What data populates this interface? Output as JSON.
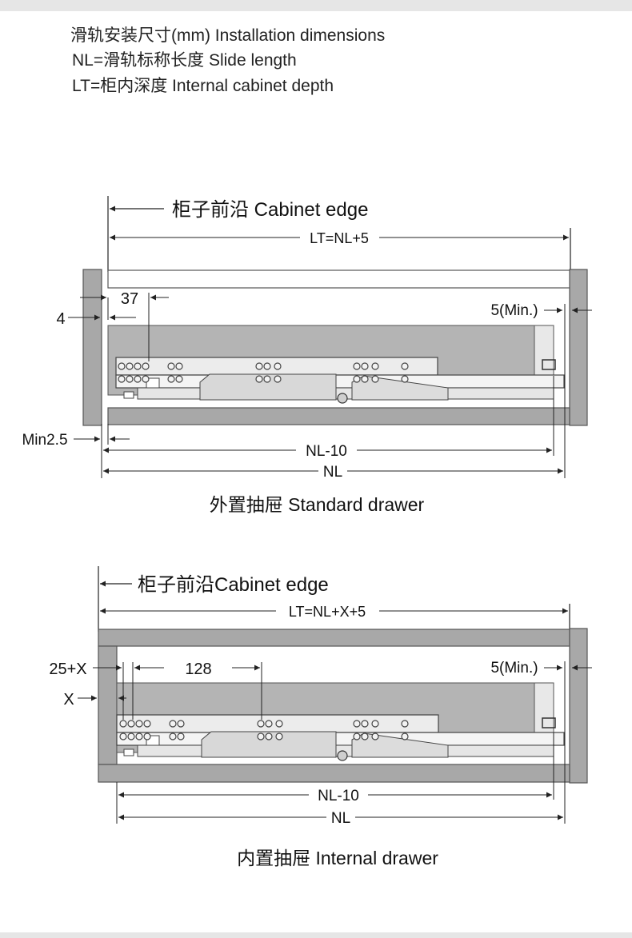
{
  "header": {
    "line1": "滑轨安装尺寸(mm) Installation dimensions",
    "line2": "NL=滑轨标称长度  Slide length",
    "line3": "LT=柜内深度  Internal cabinet depth"
  },
  "standard": {
    "cabinet_edge": "柜子前沿 Cabinet edge",
    "lt": "LT=NL+5",
    "dim_37": "37",
    "dim_4": "4",
    "dim_5min": "5(Min.)",
    "dim_min25": "Min2.5",
    "nl_minus": "NL-10",
    "nl": "NL",
    "caption": "外置抽屉 Standard drawer"
  },
  "internal": {
    "cabinet_edge": "柜子前沿Cabinet edge",
    "lt": "LT=NL+X+5",
    "dim_25x": "25+X",
    "dim_128": "128",
    "dim_x": "X",
    "dim_5min": "5(Min.)",
    "nl_minus": "NL-10",
    "nl": "NL",
    "caption": "内置抽屉 Internal drawer"
  },
  "colors": {
    "panel_gray": "#a8a8a8",
    "panel_stroke": "#555555",
    "drawer_gray": "#b4b4b4",
    "rail_light": "#ececec",
    "line": "#222222"
  }
}
